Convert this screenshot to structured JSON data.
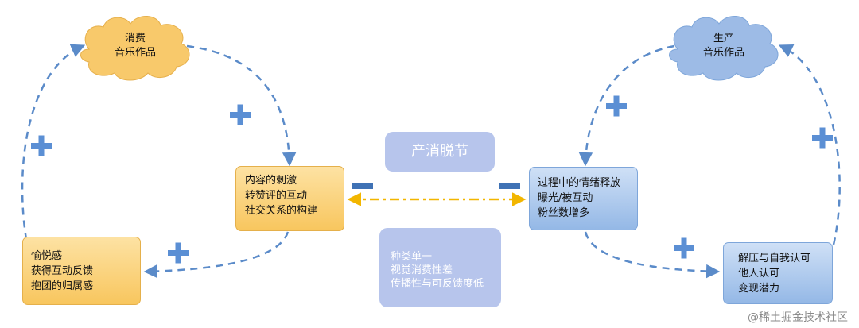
{
  "nodes": {
    "consume_cloud": {
      "lines": [
        "消费",
        "音乐作品"
      ],
      "color": "#f8c96b"
    },
    "produce_cloud": {
      "lines": [
        "生产",
        "音乐作品"
      ],
      "color": "#9dbbe6"
    },
    "content_box": {
      "lines": [
        "内容的刺激",
        "转赞评的互动",
        "社交关系的构建"
      ]
    },
    "pleasure_box": {
      "lines": [
        "愉悦感",
        "获得互动反馈",
        "抱团的归属感"
      ]
    },
    "release_box": {
      "lines": [
        "过程中的情绪释放",
        "曝光/被互动",
        "粉丝数增多"
      ]
    },
    "recognition_box": {
      "lines": [
        "解压与自我认可",
        "他人认可",
        "变现潜力"
      ]
    },
    "decoupling_box": {
      "lines": [
        "产消脱节"
      ]
    },
    "problems_box": {
      "lines": [
        "种类单一",
        "视觉消费性差",
        "传播性与可反馈度低"
      ]
    }
  },
  "signs": {
    "plus": "+",
    "minus": "−"
  },
  "colors": {
    "orange_fill": "#f8c65e",
    "blue_fill": "#94b8e6",
    "arrow_blue": "#5b8bc9",
    "arrow_yellow": "#f2b600",
    "plus_blue": "#5b8fd4",
    "minus_blue": "#3f72b5",
    "purple_fill": "#b7c5ec"
  },
  "watermark": "@稀土掘金技术社区"
}
